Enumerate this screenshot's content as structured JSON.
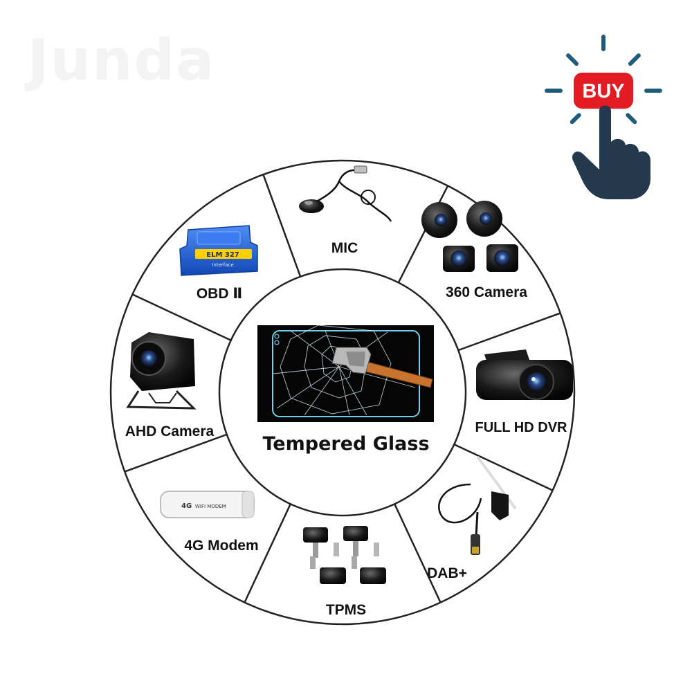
{
  "watermark": "Junda",
  "buy_badge": {
    "label": "BUY",
    "badge_color": "#e31b23",
    "ray_color": "#1f5c7a",
    "hand_color": "#24384e"
  },
  "center": {
    "label": "Tempered Glass",
    "icon": "shattered-glass-hammer-icon"
  },
  "accessories": [
    {
      "key": "mic",
      "label": "MIC",
      "icon": "microphone-icon"
    },
    {
      "key": "camera-360",
      "label": "360 Camera",
      "icon": "surround-camera-icon"
    },
    {
      "key": "dvr",
      "label": "FULL HD DVR",
      "icon": "dashcam-icon"
    },
    {
      "key": "dab",
      "label": "DAB+",
      "icon": "antenna-icon"
    },
    {
      "key": "tpms",
      "label": "TPMS",
      "icon": "tire-sensor-icon"
    },
    {
      "key": "modem",
      "label": "4G Modem",
      "icon": "usb-modem-icon"
    },
    {
      "key": "ahd",
      "label": "AHD Camera",
      "icon": "rear-camera-icon"
    },
    {
      "key": "obd",
      "label": "OBD Ⅱ",
      "icon": "obd-scanner-icon"
    }
  ],
  "product_text": {
    "obd_chip": "ELM 327",
    "obd_sub": "Interface",
    "modem_brand": "4G",
    "modem_text": "WIFI MODEM"
  },
  "colors": {
    "ring_stroke": "#222222",
    "obd_blue": "#1e64d8",
    "glass_cyan": "#7fd4e8",
    "hammer_wood": "#c8732e"
  }
}
